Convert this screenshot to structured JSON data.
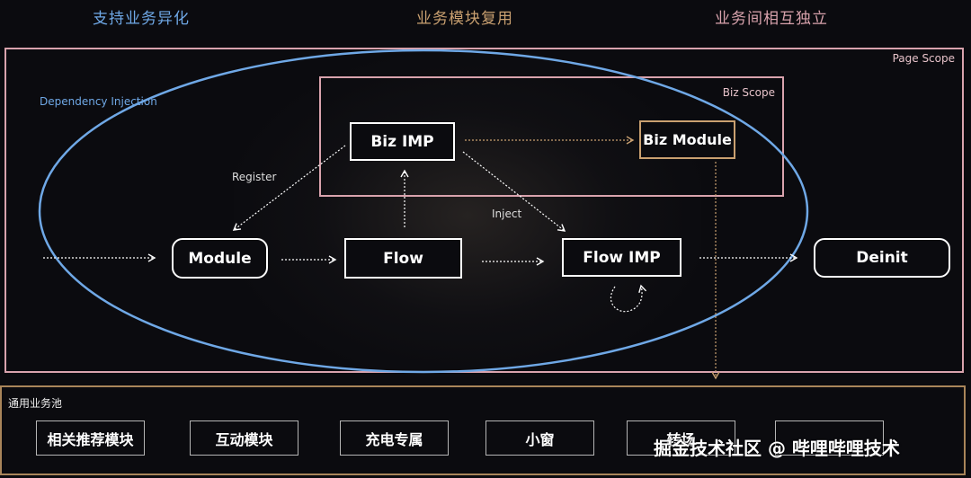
{
  "headers": {
    "left": "支持业务异化",
    "center": "业务模块复用",
    "right": "业务间相互独立"
  },
  "scopes": {
    "page": "Page Scope",
    "biz": "Biz Scope",
    "dependency_injection": "Dependency Injection"
  },
  "nodes": {
    "module": "Module",
    "flow": "Flow",
    "biz_imp": "Biz IMP",
    "biz_module": "Biz Module",
    "flow_imp": "Flow IMP",
    "deinit": "Deinit"
  },
  "edge_labels": {
    "register": "Register",
    "inject": "Inject"
  },
  "pool": {
    "title": "通用业务池",
    "items": [
      "相关推荐模块",
      "互动模块",
      "充电专属",
      "小窗",
      "转场",
      ""
    ]
  },
  "watermark": "掘金技术社区 @ 哔哩哔哩技术",
  "colors": {
    "blue": "#6fa8e6",
    "gold": "#c9a070",
    "pink": "#d9a3ad",
    "background": "#0b0b0f"
  }
}
